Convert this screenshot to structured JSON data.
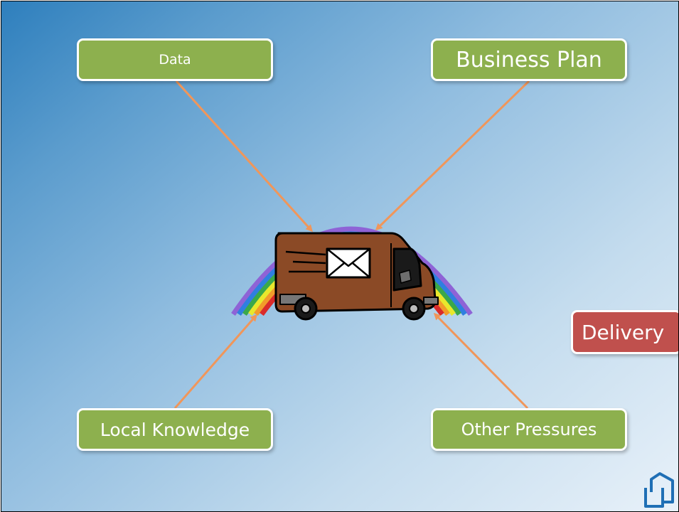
{
  "slide": {
    "boxes": {
      "data": "Data",
      "business_plan": "Business Plan",
      "local_knowledge": "Local Knowledge",
      "other_pressures": "Other Pressures",
      "delivery": "Delivery"
    },
    "icons": {
      "center": "delivery-van-icon",
      "corner": "logo-icon"
    },
    "colors": {
      "box_fill": "#8db04e",
      "delivery_fill": "#c0504d",
      "arrow": "#f0965a",
      "van_body": "#8b4a26"
    }
  }
}
